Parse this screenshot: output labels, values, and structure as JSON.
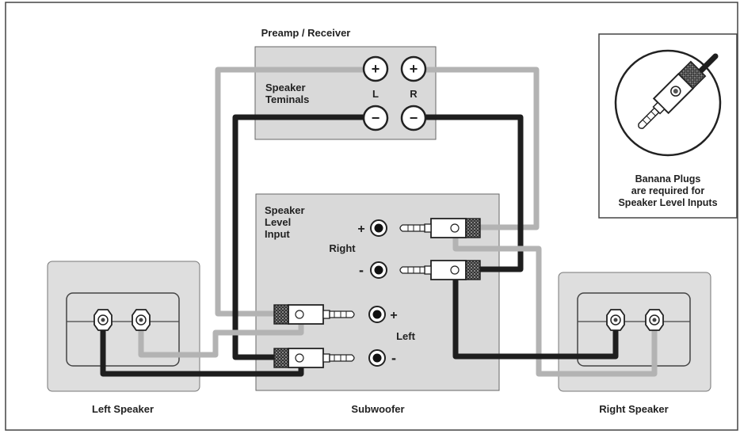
{
  "preamp": {
    "title": "Preamp / Receiver",
    "terminals_label_line1": "Speaker",
    "terminals_label_line2": "Teminals",
    "left_channel": "L",
    "right_channel": "R",
    "plus_symbol": "+",
    "minus_symbol": "−"
  },
  "subwoofer": {
    "name": "Subwoofer",
    "input_label_line1": "Speaker",
    "input_label_line2": "Level",
    "input_label_line3": "Input",
    "right_label": "Right",
    "left_label": "Left",
    "plus_mark": "+",
    "minus_mark": "-"
  },
  "left_speaker": {
    "name": "Left Speaker"
  },
  "right_speaker": {
    "name": "Right Speaker"
  },
  "callout": {
    "line1": "Banana Plugs",
    "line2": "are required for",
    "line3": "Speaker Level Inputs"
  },
  "colors": {
    "box_fill": "#d9d9d9",
    "wire_black": "#1e1e1e",
    "wire_gray": "#b3b3b3",
    "outline": "#555555"
  }
}
